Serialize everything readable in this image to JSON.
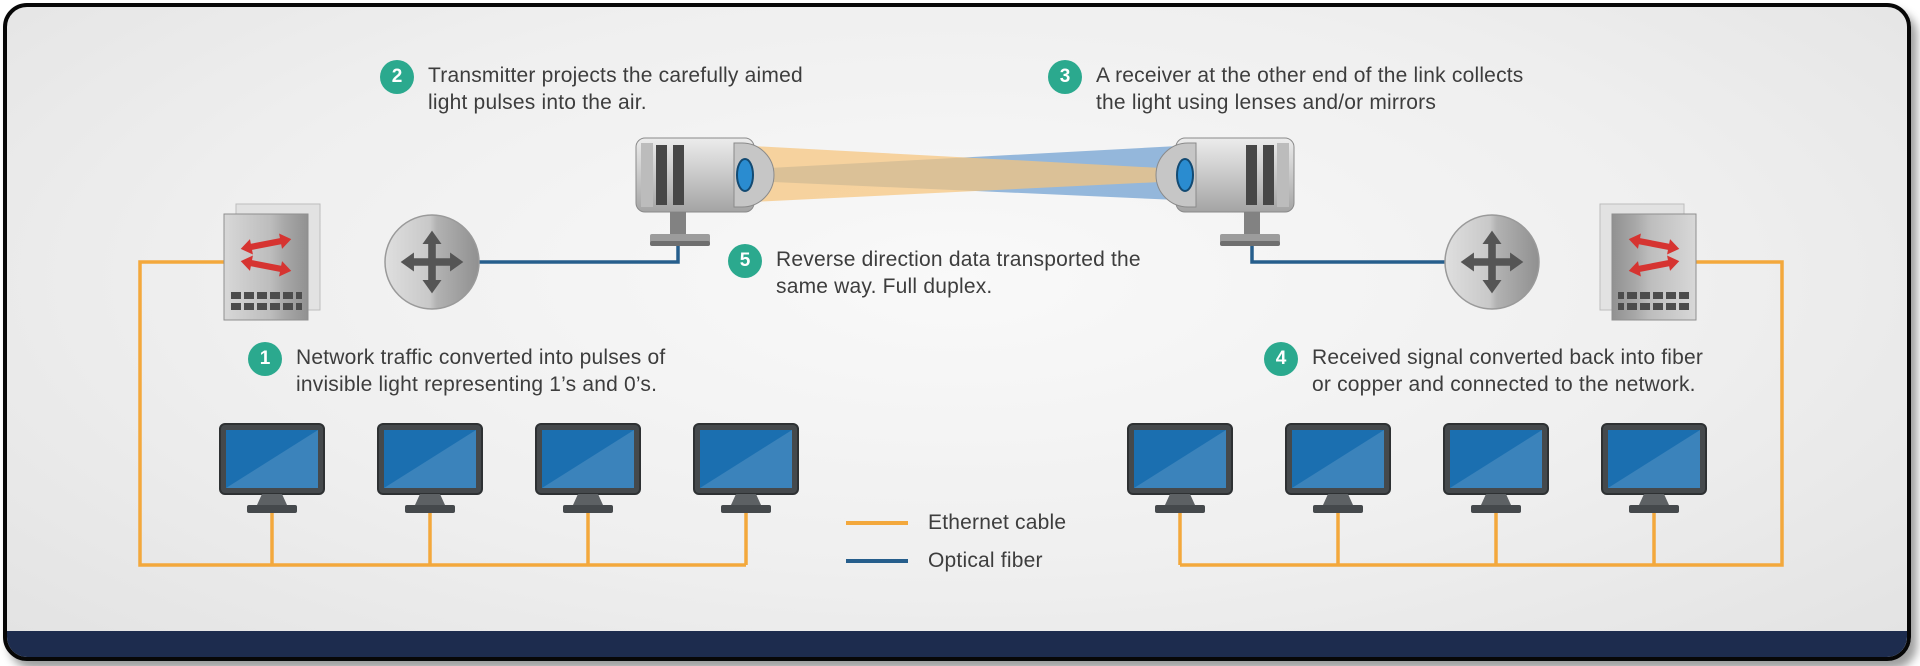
{
  "steps": [
    {
      "num": "1",
      "lines": [
        "Network traffic converted into pulses of",
        "invisible light representing 1’s and 0’s."
      ]
    },
    {
      "num": "2",
      "lines": [
        "Transmitter projects the carefully aimed",
        "light pulses into the air."
      ]
    },
    {
      "num": "3",
      "lines": [
        "A receiver at the other end of the link collects",
        "the light using lenses and/or mirrors"
      ]
    },
    {
      "num": "4",
      "lines": [
        "Received signal converted back into fiber",
        "or copper and connected to the network."
      ]
    },
    {
      "num": "5",
      "lines": [
        "Reverse direction data transported the",
        "same way. Full duplex."
      ]
    }
  ],
  "legend": {
    "items": [
      {
        "label": "Ethernet cable",
        "type": "ethernet"
      },
      {
        "label": "Optical fiber",
        "type": "fiber"
      }
    ]
  },
  "icons": [
    "network-switch-icon",
    "router-icon",
    "optical-transceiver-icon",
    "computer-icon",
    "light-beam-blue",
    "light-beam-orange"
  ],
  "colors": {
    "teal": "#2BA98E",
    "ethernet_orange": "#F3A83C",
    "fiber_blue": "#265E8C",
    "beam_blue": "#7FA9D6",
    "beam_orange": "#F6C57D",
    "screen_blue": "#1B6FB0",
    "arrow_red": "#D63431",
    "bottom_bar": "#1D2C4E",
    "text": "#3D3D3D"
  }
}
